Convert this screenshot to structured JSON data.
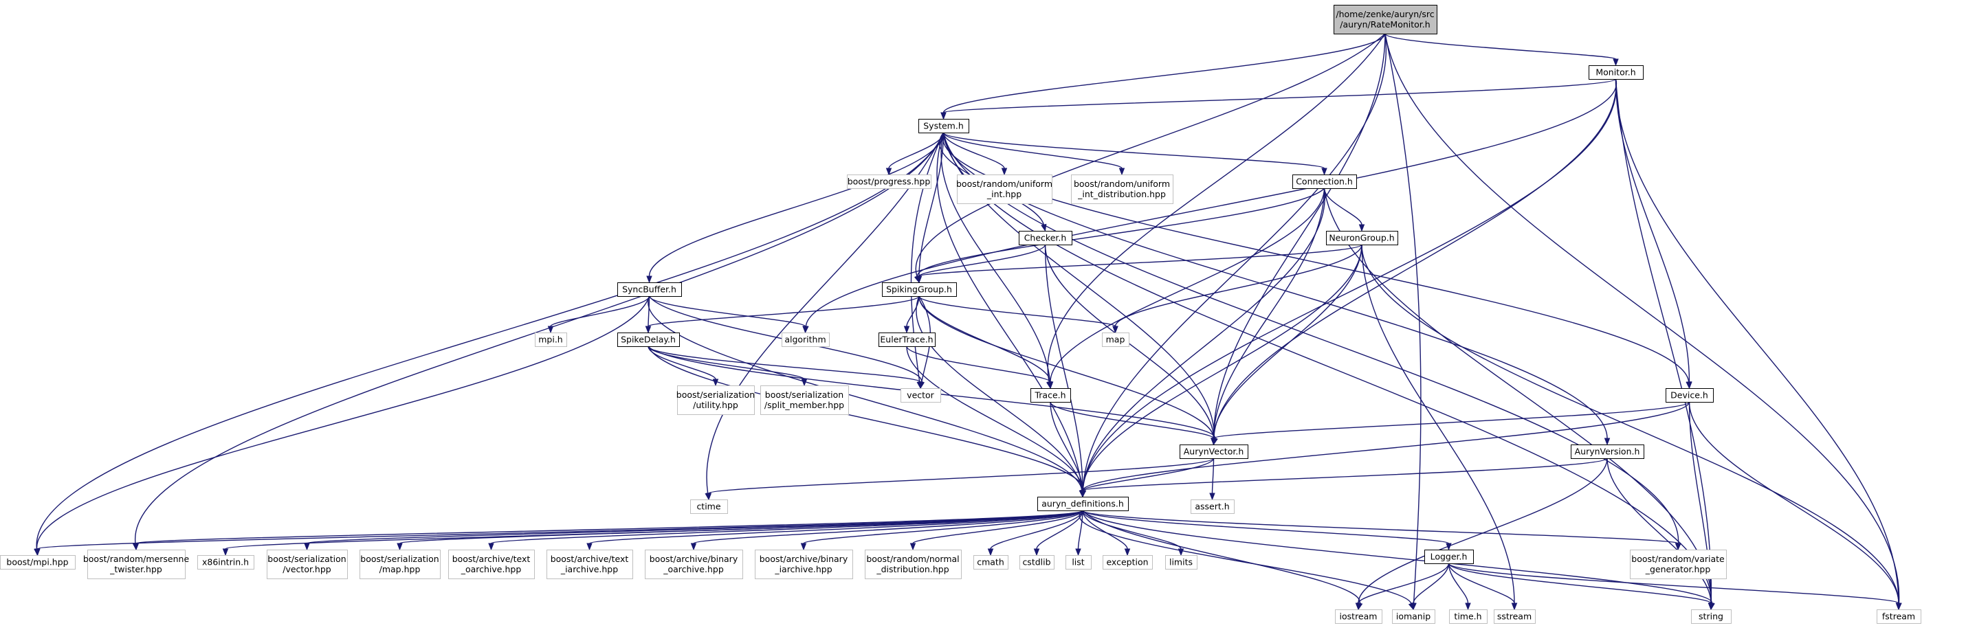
{
  "diagram": {
    "type": "include-dependency-graph",
    "colors": {
      "edge": "#191970",
      "root_fill": "#bfbfbf",
      "local_header_border": "#000000",
      "system_header_border": "#bfbfbf",
      "background": "#ffffff"
    },
    "nodes": [
      {
        "id": "root",
        "lines": [
          "/home/zenke/auryn/src",
          "/auryn/RateMonitor.h"
        ],
        "style": "root"
      },
      {
        "id": "monitor_h",
        "lines": [
          "Monitor.h"
        ],
        "style": "local"
      },
      {
        "id": "system_h",
        "lines": [
          "System.h"
        ],
        "style": "local"
      },
      {
        "id": "boost_progress",
        "lines": [
          "boost/progress.hpp"
        ],
        "style": "system"
      },
      {
        "id": "boost_uniform_int",
        "lines": [
          "boost/random/uniform",
          "_int.hpp"
        ],
        "style": "system"
      },
      {
        "id": "boost_uniform_int_dist",
        "lines": [
          "boost/random/uniform",
          "_int_distribution.hpp"
        ],
        "style": "system"
      },
      {
        "id": "connection_h",
        "lines": [
          "Connection.h"
        ],
        "style": "local"
      },
      {
        "id": "checker_h",
        "lines": [
          "Checker.h"
        ],
        "style": "local"
      },
      {
        "id": "neurongroup_h",
        "lines": [
          "NeuronGroup.h"
        ],
        "style": "local"
      },
      {
        "id": "syncbuffer_h",
        "lines": [
          "SyncBuffer.h"
        ],
        "style": "local"
      },
      {
        "id": "spikinggroup_h",
        "lines": [
          "SpikingGroup.h"
        ],
        "style": "local"
      },
      {
        "id": "mpi_h",
        "lines": [
          "mpi.h"
        ],
        "style": "system"
      },
      {
        "id": "algorithm",
        "lines": [
          "algorithm"
        ],
        "style": "system"
      },
      {
        "id": "map",
        "lines": [
          "map"
        ],
        "style": "system"
      },
      {
        "id": "spikedelay_h",
        "lines": [
          "SpikeDelay.h"
        ],
        "style": "local"
      },
      {
        "id": "eulertrace_h",
        "lines": [
          "EulerTrace.h"
        ],
        "style": "local"
      },
      {
        "id": "boost_ser_utility",
        "lines": [
          "boost/serialization",
          "/utility.hpp"
        ],
        "style": "system"
      },
      {
        "id": "boost_ser_split",
        "lines": [
          "boost/serialization",
          "/split_member.hpp"
        ],
        "style": "system"
      },
      {
        "id": "vector",
        "lines": [
          "vector"
        ],
        "style": "system"
      },
      {
        "id": "trace_h",
        "lines": [
          "Trace.h"
        ],
        "style": "local"
      },
      {
        "id": "device_h",
        "lines": [
          "Device.h"
        ],
        "style": "local"
      },
      {
        "id": "aurynvector_h",
        "lines": [
          "AurynVector.h"
        ],
        "style": "local"
      },
      {
        "id": "aurynversion_h",
        "lines": [
          "AurynVersion.h"
        ],
        "style": "local"
      },
      {
        "id": "ctime",
        "lines": [
          "ctime"
        ],
        "style": "system"
      },
      {
        "id": "auryn_definitions_h",
        "lines": [
          "auryn_definitions.h"
        ],
        "style": "local"
      },
      {
        "id": "assert_h",
        "lines": [
          "assert.h"
        ],
        "style": "system"
      },
      {
        "id": "boost_mpi",
        "lines": [
          "boost/mpi.hpp"
        ],
        "style": "system"
      },
      {
        "id": "boost_mersenne",
        "lines": [
          "boost/random/mersenne",
          "_twister.hpp"
        ],
        "style": "system"
      },
      {
        "id": "x86intrin",
        "lines": [
          "x86intrin.h"
        ],
        "style": "system"
      },
      {
        "id": "boost_ser_vector",
        "lines": [
          "boost/serialization",
          "/vector.hpp"
        ],
        "style": "system"
      },
      {
        "id": "boost_ser_map",
        "lines": [
          "boost/serialization",
          "/map.hpp"
        ],
        "style": "system"
      },
      {
        "id": "boost_text_oarchive",
        "lines": [
          "boost/archive/text",
          "_oarchive.hpp"
        ],
        "style": "system"
      },
      {
        "id": "boost_text_iarchive",
        "lines": [
          "boost/archive/text",
          "_iarchive.hpp"
        ],
        "style": "system"
      },
      {
        "id": "boost_binary_oarchive",
        "lines": [
          "boost/archive/binary",
          "_oarchive.hpp"
        ],
        "style": "system"
      },
      {
        "id": "boost_binary_iarchive",
        "lines": [
          "boost/archive/binary",
          "_iarchive.hpp"
        ],
        "style": "system"
      },
      {
        "id": "boost_normal",
        "lines": [
          "boost/random/normal",
          "_distribution.hpp"
        ],
        "style": "system"
      },
      {
        "id": "cmath",
        "lines": [
          "cmath"
        ],
        "style": "system"
      },
      {
        "id": "cstdlib",
        "lines": [
          "cstdlib"
        ],
        "style": "system"
      },
      {
        "id": "list",
        "lines": [
          "list"
        ],
        "style": "system"
      },
      {
        "id": "exception",
        "lines": [
          "exception"
        ],
        "style": "system"
      },
      {
        "id": "limits",
        "lines": [
          "limits"
        ],
        "style": "system"
      },
      {
        "id": "logger_h",
        "lines": [
          "Logger.h"
        ],
        "style": "local"
      },
      {
        "id": "boost_variate",
        "lines": [
          "boost/random/variate",
          "_generator.hpp"
        ],
        "style": "system"
      },
      {
        "id": "iostream",
        "lines": [
          "iostream"
        ],
        "style": "system"
      },
      {
        "id": "iomanip",
        "lines": [
          "iomanip"
        ],
        "style": "system"
      },
      {
        "id": "time_h",
        "lines": [
          "time.h"
        ],
        "style": "system"
      },
      {
        "id": "sstream",
        "lines": [
          "sstream"
        ],
        "style": "system"
      },
      {
        "id": "string",
        "lines": [
          "string"
        ],
        "style": "system"
      },
      {
        "id": "fstream",
        "lines": [
          "fstream"
        ],
        "style": "system"
      }
    ]
  }
}
